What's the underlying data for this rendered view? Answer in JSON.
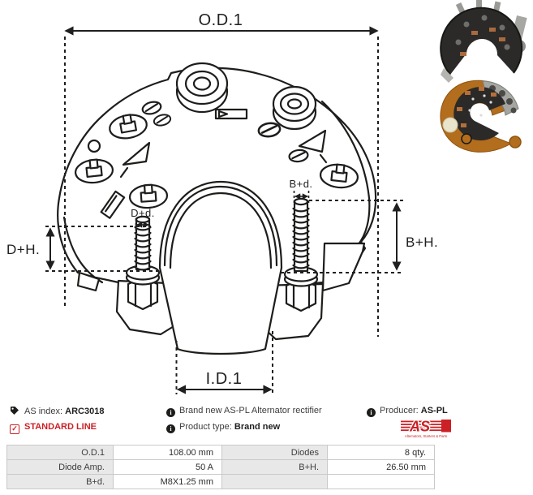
{
  "diagram": {
    "od1": "O.D.1",
    "id1": "I.D.1",
    "dh": "D+H.",
    "dd": "D+d.",
    "bh": "B+H.",
    "bd": "B+d."
  },
  "info": {
    "as_index_label": "AS index:",
    "as_index_value": "ARC3018",
    "standard_line": "STANDARD LINE",
    "description": "Brand new AS-PL Alternator rectifier",
    "product_type_label": "Product type:",
    "product_type_value": "Brand new",
    "producer_label": "Producer:",
    "producer_value": "AS-PL",
    "logo_text": "AS",
    "logo_subtext": "Alternators, Starters & Parts"
  },
  "icons": {
    "info_glyph": "i",
    "check_glyph": "✓"
  },
  "colors": {
    "accent_red": "#cb2026",
    "line_black": "#1d1d1b",
    "table_label_bg": "#e8e8e8",
    "table_border": "#c9c9c9",
    "photo_orange": "#b26d1d",
    "photo_black": "#2b2a28",
    "photo_gray": "#a5a5a1"
  },
  "spec_table": {
    "rows": [
      [
        "O.D.1",
        "108.00 mm",
        "Diodes",
        "8 qty."
      ],
      [
        "Diode Amp.",
        "50 A",
        "B+H.",
        "26.50 mm"
      ],
      [
        "B+d.",
        "M8X1.25 mm",
        "",
        ""
      ]
    ]
  }
}
